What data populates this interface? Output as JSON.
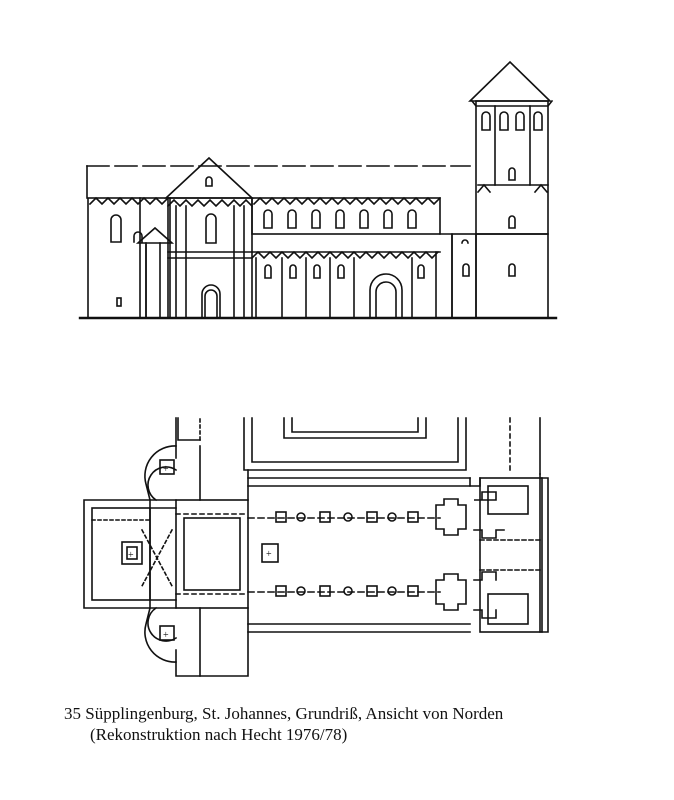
{
  "caption": {
    "number": "35",
    "line1": "Süpplingenburg, St. Johannes, Grundriß, Ansicht von Norden",
    "line2": "(Rekonstruktion nach Hecht 1976/78)"
  }
}
